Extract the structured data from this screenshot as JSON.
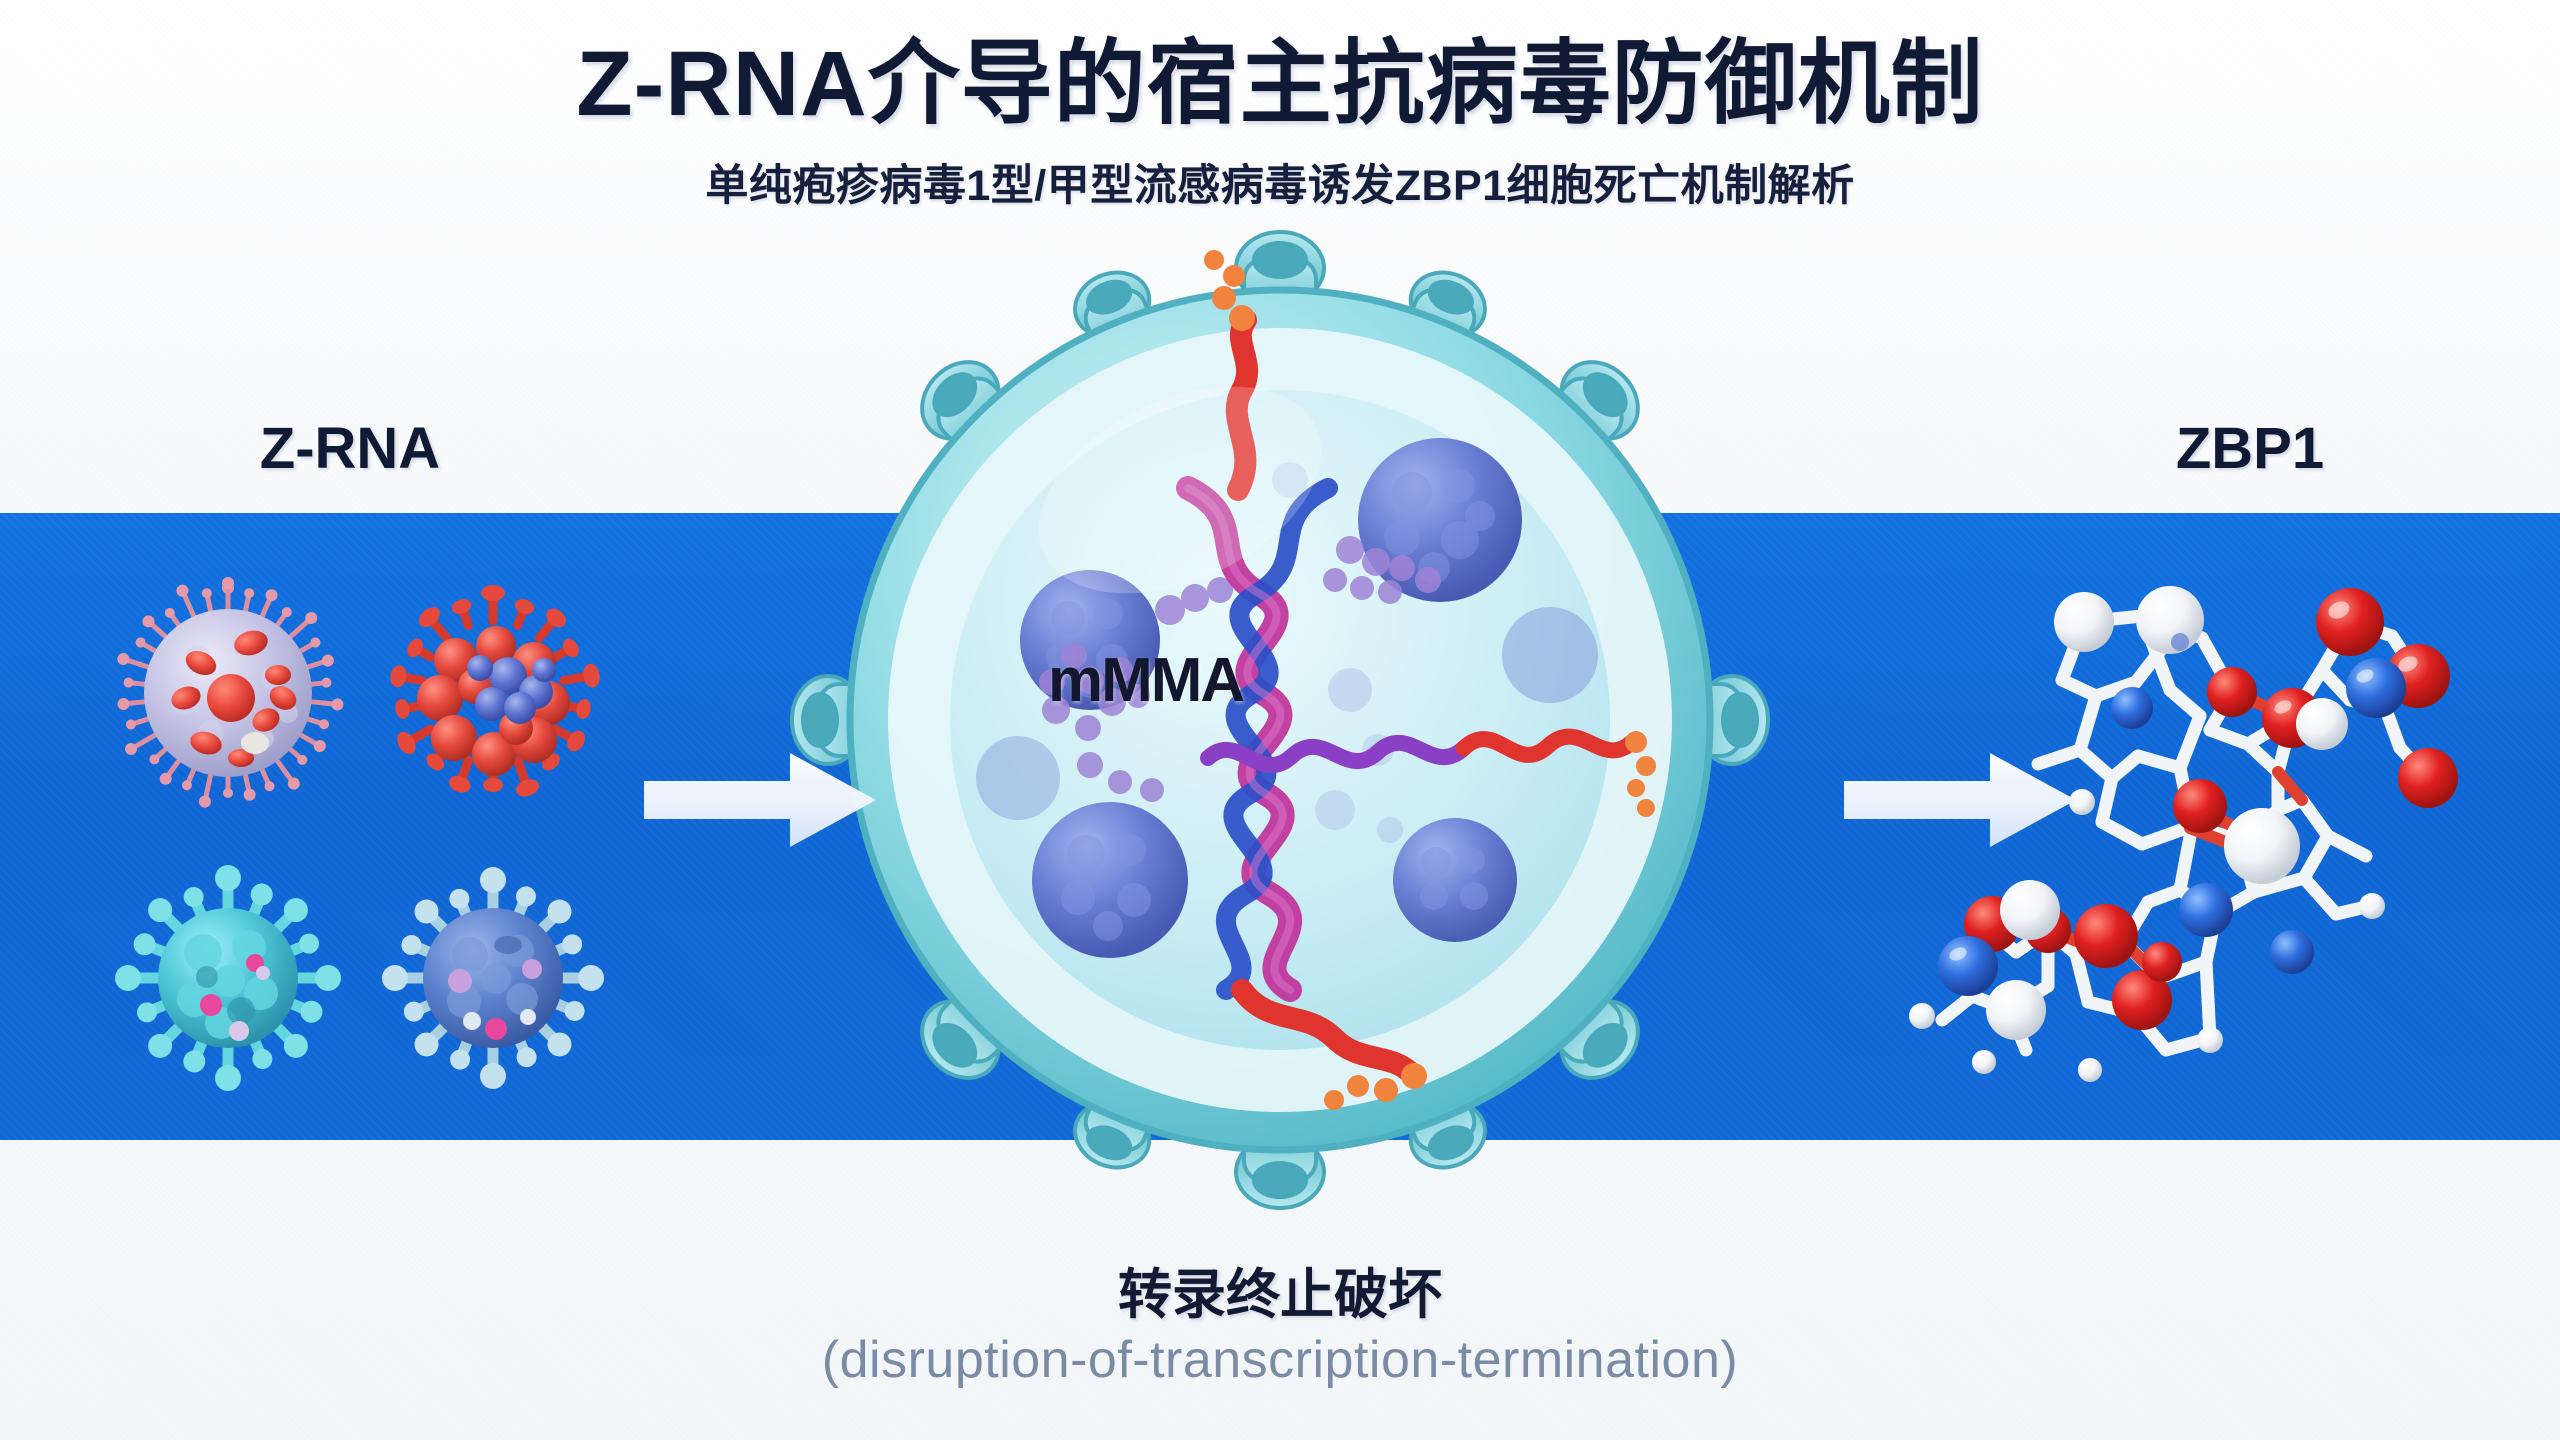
{
  "header": {
    "title": "Z-RNA介导的宿主抗病毒防御机制",
    "subtitle": "单纯疱疹病毒1型/甲型流感病毒诱发ZBP1细胞死亡机制解析"
  },
  "labels": {
    "left": "Z-RNA",
    "right": "ZBP1"
  },
  "center": {
    "molecule_label": "mMMA"
  },
  "caption": {
    "chinese": "转录终止破坏",
    "english": "(disruption-of-transcription-termination)"
  },
  "icons": {
    "arrow_left": "right-arrow-icon",
    "arrow_right": "right-arrow-icon"
  },
  "colors": {
    "band_blue": "#1168d6",
    "title_navy": "#111a35",
    "caption_gray": "#7b8ba6",
    "cell_cyan": "#7fd4de",
    "rna_red": "#e0342f",
    "rna_magenta": "#c0379c",
    "rna_blue": "#2b4fc8",
    "rna_purple": "#8f63c9",
    "nucleus_blue": "#5f74d0",
    "atom_red": "#e02020",
    "atom_white": "#ffffff",
    "atom_blue": "#2f6fe0"
  },
  "virions": [
    {
      "name": "virion-lavender-spiked",
      "body": "#b9bade",
      "spike": "#e08592",
      "dot": "#e8483c"
    },
    {
      "name": "virion-red-clustered",
      "body": "#e4493c",
      "spike": "#e0392c",
      "dot": "#5f74d0"
    },
    {
      "name": "virion-cyan-spiked",
      "body": "#4ec8d8",
      "spike": "#63d6e0",
      "dot": "#e8489c"
    },
    {
      "name": "virion-blue-spiked",
      "body": "#5f84cf",
      "spike": "#a9cfe2",
      "dot": "#b58ed0"
    }
  ]
}
